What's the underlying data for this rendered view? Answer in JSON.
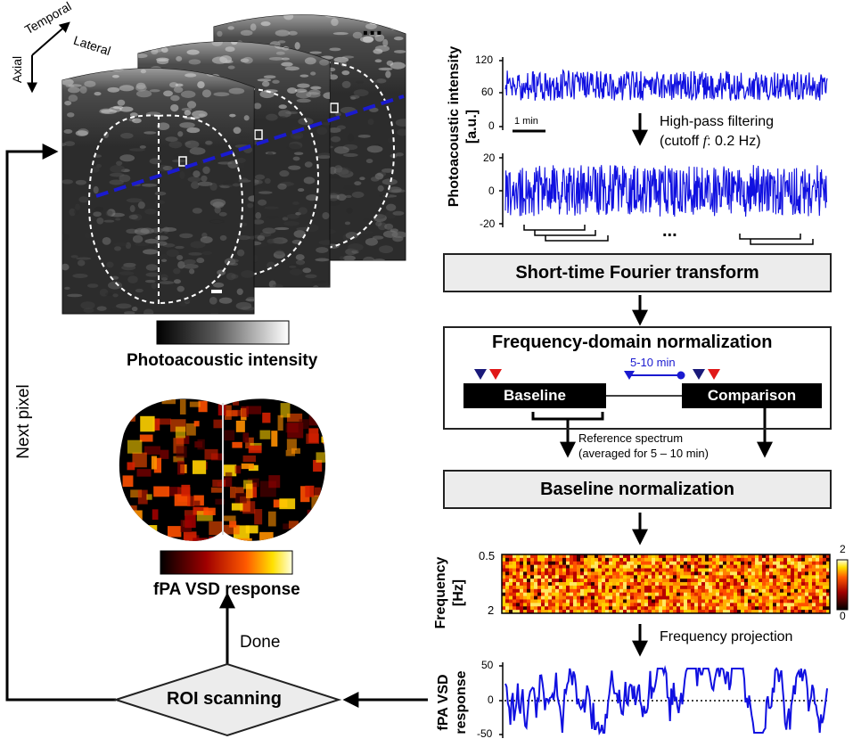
{
  "axes_labels": {
    "temporal": "Temporal",
    "lateral": "Lateral",
    "axial": "Axial",
    "ellipsis": "..."
  },
  "left_panel": {
    "pa_colorbar_label": "Photoacoustic intensity",
    "next_pixel": "Next pixel",
    "fpa_colorbar_label": "fPA VSD response",
    "done": "Done",
    "roi_scanning": "ROI scanning"
  },
  "right_panel": {
    "trace1": {
      "ylabel_line1": "Photoacoustic intensity",
      "ylabel_line2": "[a.u.]",
      "ticks": [
        "120",
        "60",
        "0"
      ],
      "scalebar": "1 min"
    },
    "hp_filter": {
      "line1": "High-pass filtering",
      "line2_prefix": "(cutoff ",
      "line2_f": "f",
      "line2_suffix": ": 0.2 Hz)"
    },
    "trace2": {
      "ticks": [
        "20",
        "0",
        "-20"
      ],
      "ellipsis": "..."
    },
    "stft_box": "Short-time Fourier transform",
    "norm_box": {
      "title": "Frequency-domain normalization",
      "interval": "5-10 min",
      "baseline": "Baseline",
      "comparison": "Comparison"
    },
    "reference": {
      "line1": "Reference spectrum",
      "line2": "(averaged for 5 – 10 min)"
    },
    "baseline_norm_box": "Baseline normalization",
    "spectrogram": {
      "ylabel_line1": "Frequency",
      "ylabel_line2": "[Hz]",
      "ticks": [
        "0.5",
        "2"
      ],
      "cbar_ticks": [
        "2",
        "0"
      ]
    },
    "freq_projection": "Frequency projection",
    "trace3": {
      "ylabel_line1": "fPA VSD",
      "ylabel_line2": "response",
      "ticks": [
        "50",
        "0",
        "-50"
      ]
    }
  },
  "colors": {
    "signal_blue": "#1010e0",
    "dash_blue": "#1a1ad0",
    "marker_blue": "#1a1a7a",
    "marker_red": "#e01818",
    "box_fill": "#ececec"
  }
}
